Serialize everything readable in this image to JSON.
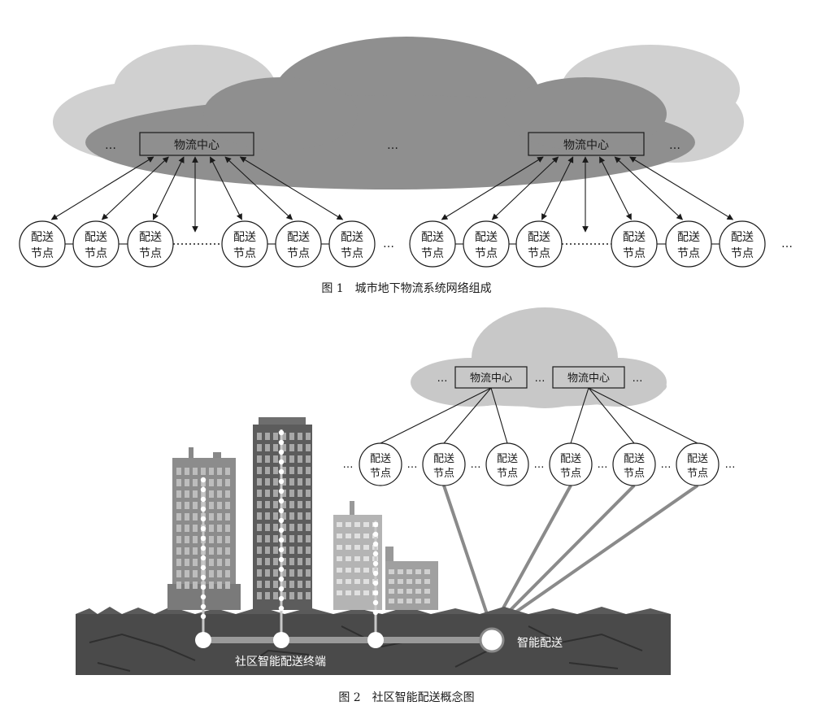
{
  "figure1": {
    "center_label": "物流中心",
    "node_line1": "配送",
    "node_line2": "节点",
    "ellipsis": "…",
    "dots": "……",
    "caption": "图 1　城市地下物流系统网络组成"
  },
  "figure2": {
    "center_label": "物流中心",
    "node_line1": "配送",
    "node_line2": "节点",
    "ellipsis": "…",
    "terminal_label": "社区智能配送终端",
    "smart_label": "智能配送",
    "caption": "图 2　社区智能配送概念图"
  }
}
